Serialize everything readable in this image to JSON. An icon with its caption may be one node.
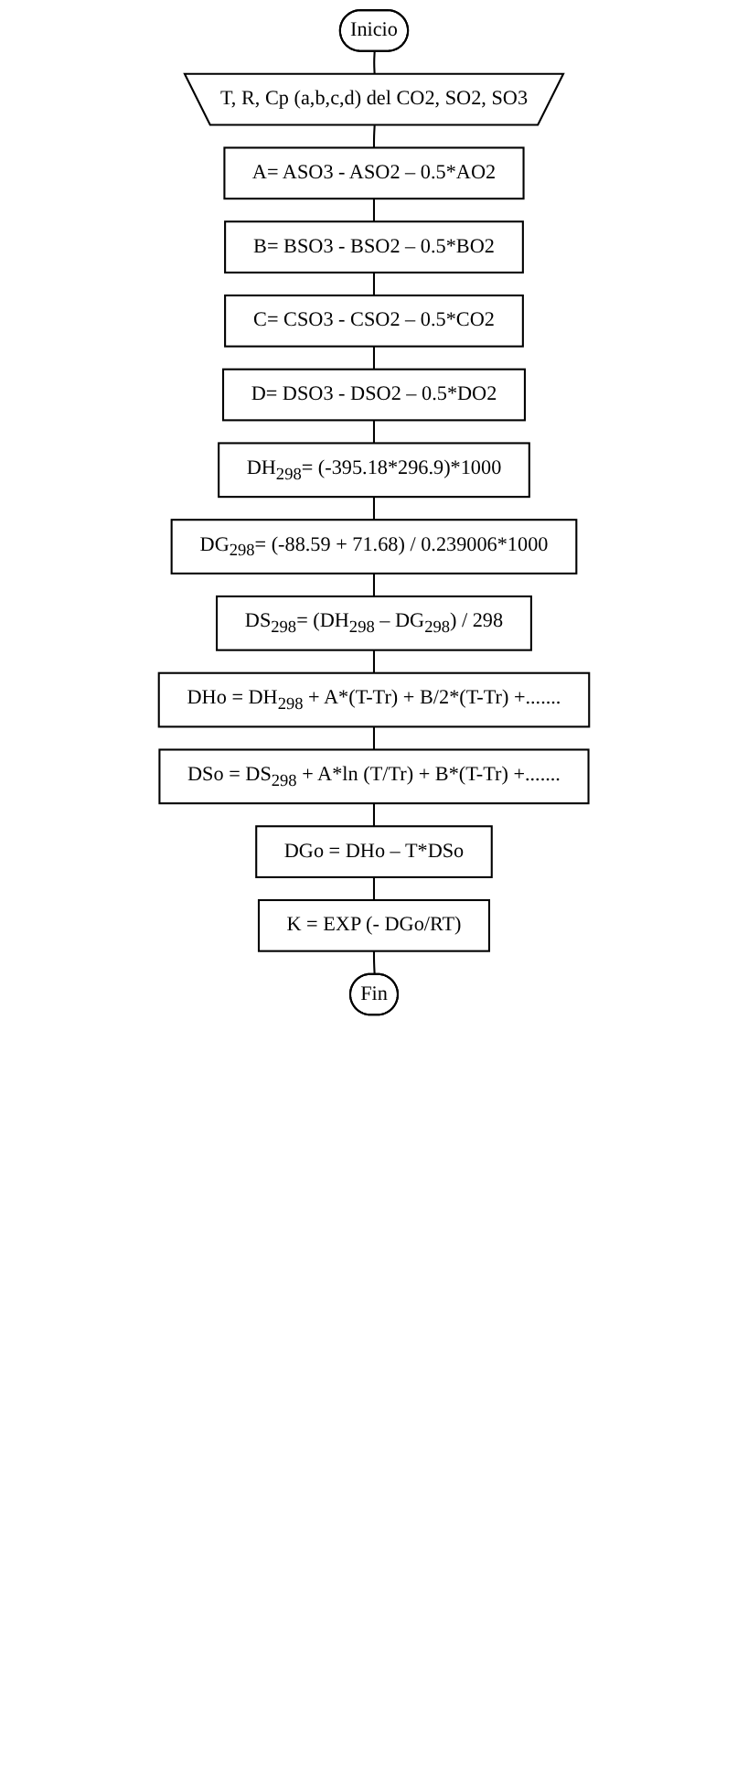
{
  "diagram": {
    "nodes": [
      {
        "text": [
          "Inicio"
        ]
      },
      {
        "text": [
          "T, R, Cp (a,b,c,d) del CO2, SO2, SO3"
        ]
      },
      {
        "text": [
          "A= ASO3 - ASO2 – 0.5*AO2"
        ]
      },
      {
        "text": [
          "B= BSO3 - BSO2 – 0.5*BO2"
        ]
      },
      {
        "text": [
          "C= CSO3 - CSO2 – 0.5*CO2"
        ]
      },
      {
        "text": [
          "D= DSO3 - DSO2 – 0.5*DO2"
        ]
      },
      {
        "text": [
          "DH$_{298}$= (-395.18*296.9)*1000"
        ]
      },
      {
        "text": [
          "DG$_{298}$= (-88.59 + 71.68) / 0.239006*1000"
        ]
      },
      {
        "text": [
          "DS$_{298}$= (DH$_{298}$ – DG$_{298}$) / 298"
        ]
      },
      {
        "text": [
          "DHo = DH$_{298}$ + A*(T-Tr) + B/2*(T-Tr) +......."
        ]
      },
      {
        "text": [
          "DSo = DS$_{298}$ + A*ln (T/Tr) + B*(T-Tr) +......."
        ]
      },
      {
        "text": [
          "DGo = DHo – T*DSo"
        ]
      },
      {
        "text": [
          "K = EXP (- DGo/RT)"
        ]
      },
      {
        "text": [
          "Fin"
        ]
      }
    ],
    "edges": [
      {
        "from": 0,
        "to": 1,
        "arrow": "none"
      },
      {
        "from": 1,
        "to": 2,
        "arrow": "none"
      },
      {
        "from": 2,
        "to": 3,
        "arrow": "none"
      },
      {
        "from": 3,
        "to": 4,
        "arrow": "none"
      },
      {
        "from": 4,
        "to": 5,
        "arrow": "none"
      },
      {
        "from": 5,
        "to": 6,
        "arrow": "none"
      },
      {
        "from": 6,
        "to": 7,
        "arrow": "none"
      },
      {
        "from": 7,
        "to": 8,
        "arrow": "none"
      },
      {
        "from": 8,
        "to": 9,
        "arrow": "none"
      },
      {
        "from": 9,
        "to": 10,
        "arrow": "none"
      },
      {
        "from": 10,
        "to": 11,
        "arrow": "none"
      },
      {
        "from": 11,
        "to": 12,
        "arrow": "none"
      },
      {
        "from": 12,
        "to": 13,
        "arrow": "none"
      }
    ]
  }
}
